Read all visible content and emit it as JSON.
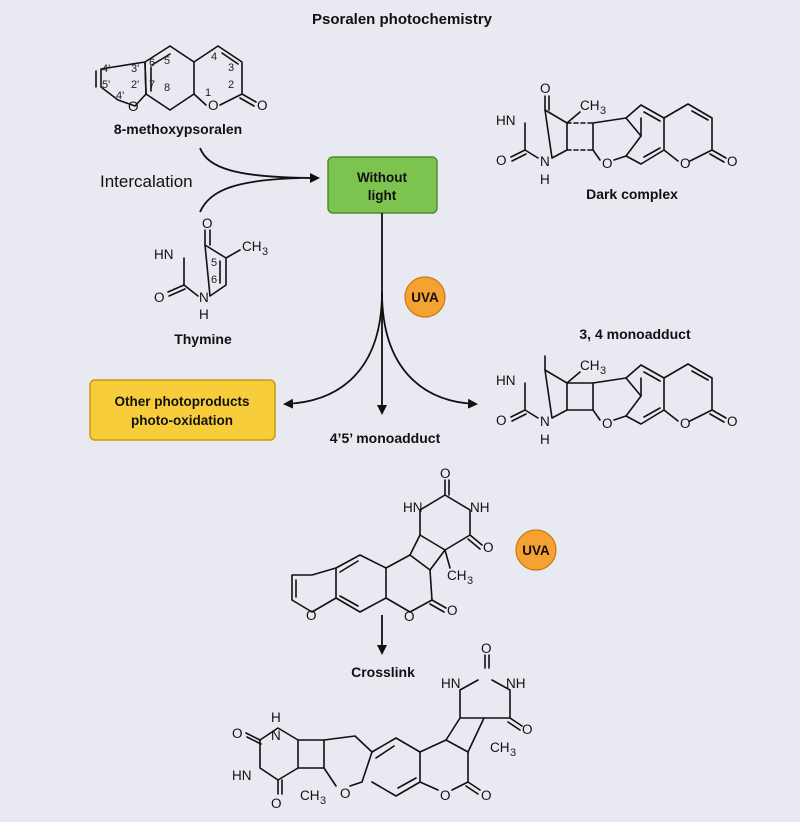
{
  "title": "Psoralen photochemistry",
  "compounds": {
    "methoxypsoralen": "8-methoxypsoralen",
    "thymine": "Thymine",
    "dark_complex": "Dark complex",
    "monoadduct_34": "3, 4 monoadduct",
    "monoadduct_45": "4’5’ monoadduct",
    "crosslink": "Crosslink"
  },
  "process": {
    "intercalation": "Intercalation",
    "without_light_line1": "Without",
    "without_light_line2": "light",
    "uva": "UVA",
    "other_line1": "Other photoproducts",
    "other_line2": "photo-oxidation"
  },
  "atoms": {
    "O": "O",
    "N": "N",
    "H": "H",
    "HN": "HN",
    "NH": "NH",
    "CH3": "CH"
  },
  "numbering": [
    "4'",
    "5'",
    "3'",
    "2'",
    "4'",
    "6",
    "7",
    "8",
    "4",
    "3",
    "2",
    "1",
    "5",
    "6"
  ],
  "colors": {
    "background": "#e9e9f1",
    "without_light_fill": "#7cc44f",
    "without_light_stroke": "#4f8f2c",
    "uva_fill": "#f5a233",
    "uva_stroke": "#c97a10",
    "other_fill": "#f7cd3c",
    "other_stroke": "#c99a10"
  }
}
